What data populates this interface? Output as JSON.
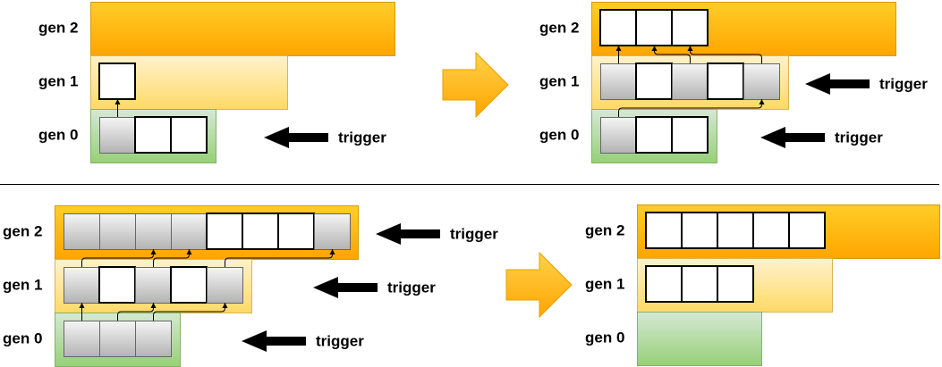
{
  "trigger_label": "trigger",
  "colors": {
    "gen2_fill_top": "#ffcd28",
    "gen2_fill_bottom": "#ffa500",
    "gen2_stroke": "#d79b00",
    "gen1_fill_top": "#fff2cc",
    "gen1_fill_bottom": "#ffd966",
    "gen1_stroke": "#d6b656",
    "gen0_fill_top": "#d5e8d4",
    "gen0_fill_bottom": "#97d077",
    "gen0_stroke": "#82b366",
    "shaded_box_top": "#f5f5f5",
    "shaded_box_bottom": "#b3b3b3",
    "shaded_box_stroke": "#666666",
    "empty_box_fill": "#ffffff",
    "empty_box_stroke": "#000000",
    "transition_arrow_top": "#ffd24a",
    "transition_arrow_bottom": "#ffa500",
    "transition_arrow_stroke": "#e6a100",
    "trigger_arrow": "#000000",
    "connector": "#000000",
    "divider": "#000000"
  },
  "panels": [
    {
      "generations": [
        {
          "label": "gen 2",
          "trigger": false,
          "boxes": []
        },
        {
          "label": "gen 1",
          "trigger": false,
          "boxes": [
            {
              "shaded": false
            }
          ]
        },
        {
          "label": "gen 0",
          "trigger": true,
          "boxes": [
            {
              "shaded": true
            },
            {
              "shaded": false
            },
            {
              "shaded": false
            }
          ]
        }
      ],
      "arrows": [
        {
          "from": [
            2,
            0
          ],
          "to": [
            1,
            0
          ]
        }
      ]
    },
    {
      "generations": [
        {
          "label": "gen 2",
          "trigger": false,
          "boxes": [
            {
              "shaded": false
            },
            {
              "shaded": false
            },
            {
              "shaded": false
            }
          ]
        },
        {
          "label": "gen 1",
          "trigger": true,
          "boxes": [
            {
              "shaded": true
            },
            {
              "shaded": false
            },
            {
              "shaded": true
            },
            {
              "shaded": false
            },
            {
              "shaded": true
            }
          ]
        },
        {
          "label": "gen 0",
          "trigger": true,
          "boxes": [
            {
              "shaded": true
            },
            {
              "shaded": false
            },
            {
              "shaded": false
            }
          ]
        }
      ],
      "arrows": [
        {
          "from": [
            2,
            0
          ],
          "to": [
            1,
            4
          ]
        },
        {
          "from": [
            1,
            0
          ],
          "to": [
            0,
            0
          ]
        },
        {
          "from": [
            1,
            2
          ],
          "to": [
            0,
            1
          ]
        },
        {
          "from": [
            1,
            4
          ],
          "to": [
            0,
            2
          ]
        }
      ]
    },
    {
      "generations": [
        {
          "label": "gen 2",
          "trigger": true,
          "boxes": [
            {
              "shaded": true
            },
            {
              "shaded": true
            },
            {
              "shaded": true
            },
            {
              "shaded": true
            },
            {
              "shaded": false
            },
            {
              "shaded": false
            },
            {
              "shaded": false
            },
            {
              "shaded": true
            }
          ]
        },
        {
          "label": "gen 1",
          "trigger": true,
          "boxes": [
            {
              "shaded": true
            },
            {
              "shaded": false
            },
            {
              "shaded": true
            },
            {
              "shaded": false
            },
            {
              "shaded": true
            }
          ]
        },
        {
          "label": "gen 0",
          "trigger": true,
          "boxes": [
            {
              "shaded": true
            },
            {
              "shaded": true
            },
            {
              "shaded": true
            }
          ]
        }
      ],
      "arrows": [
        {
          "from": [
            2,
            0
          ],
          "to": [
            1,
            0
          ]
        },
        {
          "from": [
            2,
            1
          ],
          "to": [
            1,
            2
          ]
        },
        {
          "from": [
            2,
            2
          ],
          "to": [
            1,
            4
          ]
        },
        {
          "from": [
            1,
            0
          ],
          "to": [
            0,
            2
          ]
        },
        {
          "from": [
            1,
            2
          ],
          "to": [
            0,
            3
          ]
        },
        {
          "from": [
            1,
            4
          ],
          "to": [
            0,
            7
          ]
        }
      ]
    },
    {
      "generations": [
        {
          "label": "gen 2",
          "trigger": false,
          "boxes": [
            {
              "shaded": false
            },
            {
              "shaded": false
            },
            {
              "shaded": false
            },
            {
              "shaded": false
            },
            {
              "shaded": false
            }
          ]
        },
        {
          "label": "gen 1",
          "trigger": false,
          "boxes": [
            {
              "shaded": false
            },
            {
              "shaded": false
            },
            {
              "shaded": false
            }
          ]
        },
        {
          "label": "gen 0",
          "trigger": false,
          "boxes": []
        }
      ],
      "arrows": []
    }
  ]
}
